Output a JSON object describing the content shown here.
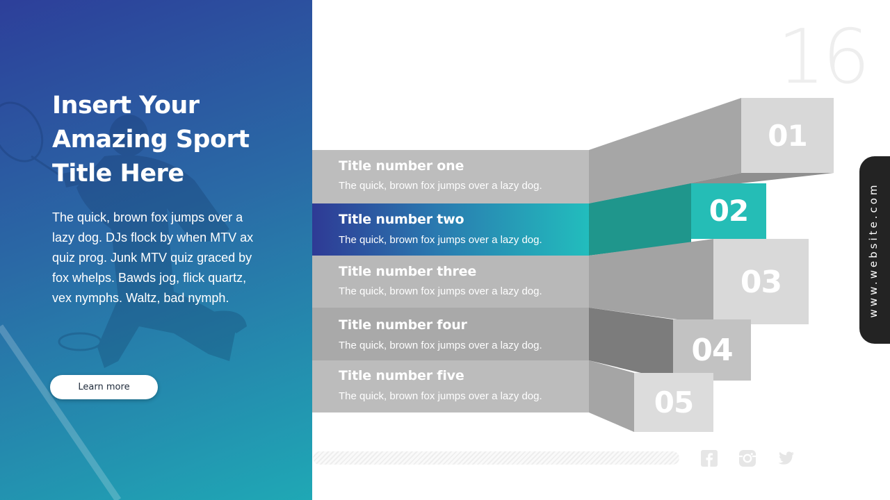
{
  "slide": {
    "page_number": "16",
    "headline": "Insert Your Amazing Sport Title Here",
    "body": "The quick, brown fox jumps over a lazy dog. DJs flock by when MTV ax quiz prog. Junk MTV quiz graced by fox whelps. Bawds jog, flick quartz, vex nymphs. Waltz, bad nymph.",
    "cta_label": "Learn more"
  },
  "items": [
    {
      "number": "01",
      "title": "Title number one",
      "desc": "The quick, brown fox jumps over a lazy dog."
    },
    {
      "number": "02",
      "title": "Title number two",
      "desc": "The quick, brown fox jumps over a lazy dog."
    },
    {
      "number": "03",
      "title": "Title number three",
      "desc": "The quick, brown fox jumps over a lazy dog."
    },
    {
      "number": "04",
      "title": "Title number four",
      "desc": "The quick, brown fox jumps over a lazy dog."
    },
    {
      "number": "05",
      "title": "Title number five",
      "desc": "The quick, brown fox jumps over a lazy dog."
    }
  ],
  "side_tab": {
    "label": "www.website.com"
  },
  "social": [
    {
      "icon": "facebook-icon"
    },
    {
      "icon": "instagram-icon"
    },
    {
      "icon": "twitter-icon"
    }
  ],
  "colors": {
    "gradient_start": "#2d3f9a",
    "gradient_end": "#1fa8b5",
    "accent": "#22b8b8",
    "row_gray": "#b9b9b9",
    "social_gray": "#e6e6e6"
  }
}
